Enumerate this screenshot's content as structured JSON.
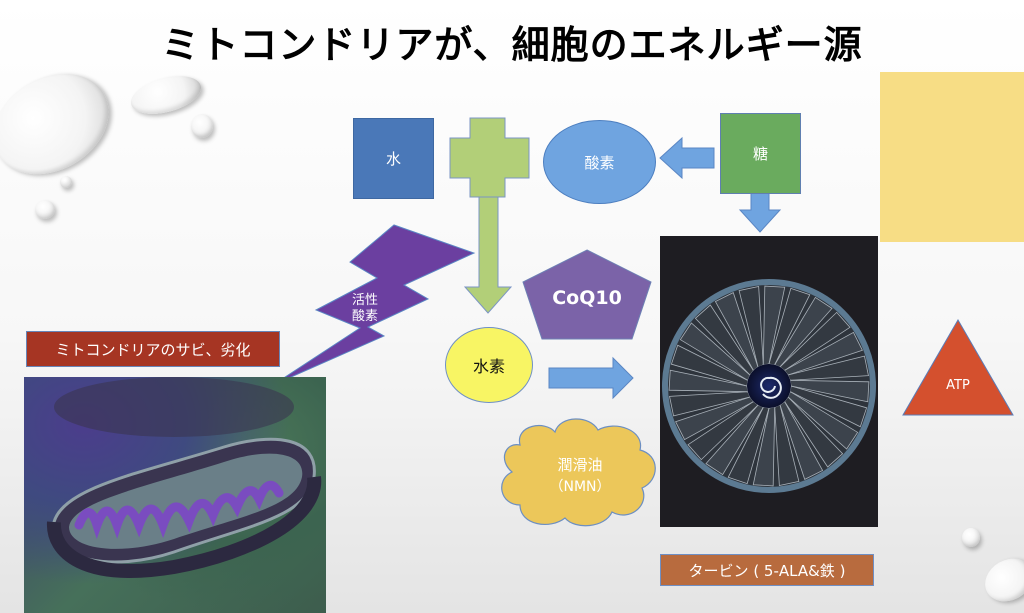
{
  "slide": {
    "title": "ミトコンドリアが、細胞のエネルギー源"
  },
  "diagram": {
    "nodes": {
      "water": "水",
      "oxygen": "酸素",
      "sugar": "糖",
      "reactive_oxygen_line1": "活性",
      "reactive_oxygen_line2": "酸素",
      "coq10": "CoQ10",
      "hydrogen": "水素",
      "lubricant_line1": "潤滑油",
      "lubricant_line2": "（NMN）",
      "atp": "ATP"
    },
    "labels": {
      "mitochondria_rust": "ミトコンドリアのサビ、劣化",
      "turbine": "タービン ( 5-ALA&鉄 )"
    },
    "images": {
      "mitochondria": "mitochondria-illustration",
      "turbine": "jet-engine-turbine-photo"
    },
    "colors": {
      "water_box": "#4a78b8",
      "sugar_box": "#6aab5e",
      "oxygen_ellipse": "#6fa4e0",
      "plus_and_down_arrow": "#b2cf78",
      "lightning": "#6b3fa0",
      "coq10_pentagon": "#7b63a8",
      "hydrogen_ellipse": "#f8f564",
      "blue_arrows": "#6fa4e0",
      "cloud": "#ecc75a",
      "atp_triangle": "#d4502e",
      "red_label": "#a63523",
      "turbine_label": "#b86b3e",
      "yellow_rect": "#f7dd85"
    }
  }
}
